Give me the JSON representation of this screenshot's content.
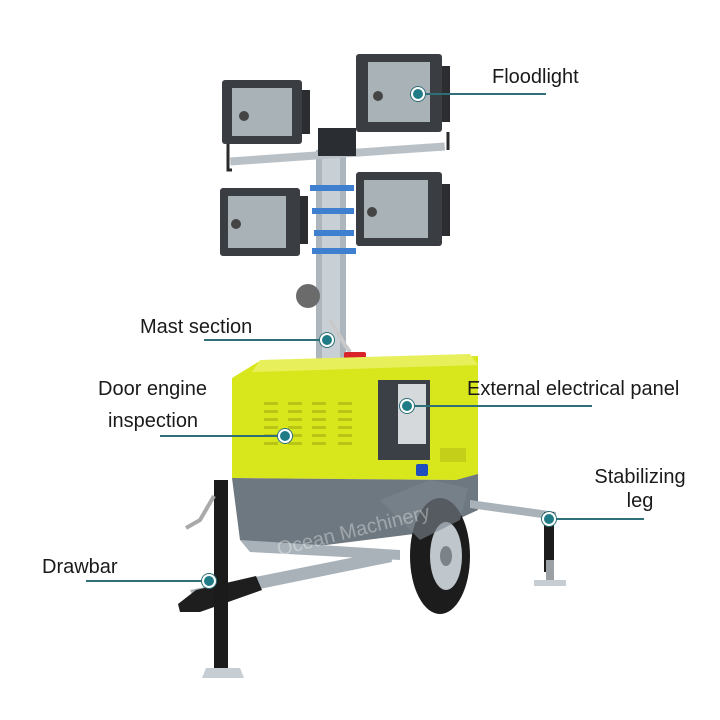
{
  "diagram": {
    "subject": "Mobile light tower trailer",
    "watermark": "Ocean Machinery",
    "colors": {
      "body_yellow": "#d8e61c",
      "body_gray": "#6e7880",
      "callout": "#2e6f78",
      "callout_dot": "#1f7c86",
      "frame_black": "#1b1b1b",
      "mast_blue": "#3f7fcf"
    },
    "callouts": [
      {
        "id": "floodlight",
        "label": "Floodlight"
      },
      {
        "id": "mast-section",
        "label": "Mast section"
      },
      {
        "id": "door-engine-inspection",
        "label_line1": "Door engine",
        "label_line2": "inspection"
      },
      {
        "id": "external-electrical-panel",
        "label": "External electrical panel"
      },
      {
        "id": "stabilizing-leg",
        "label_line1": "Stabilizing",
        "label_line2": "leg"
      },
      {
        "id": "drawbar",
        "label": "Drawbar"
      }
    ]
  }
}
